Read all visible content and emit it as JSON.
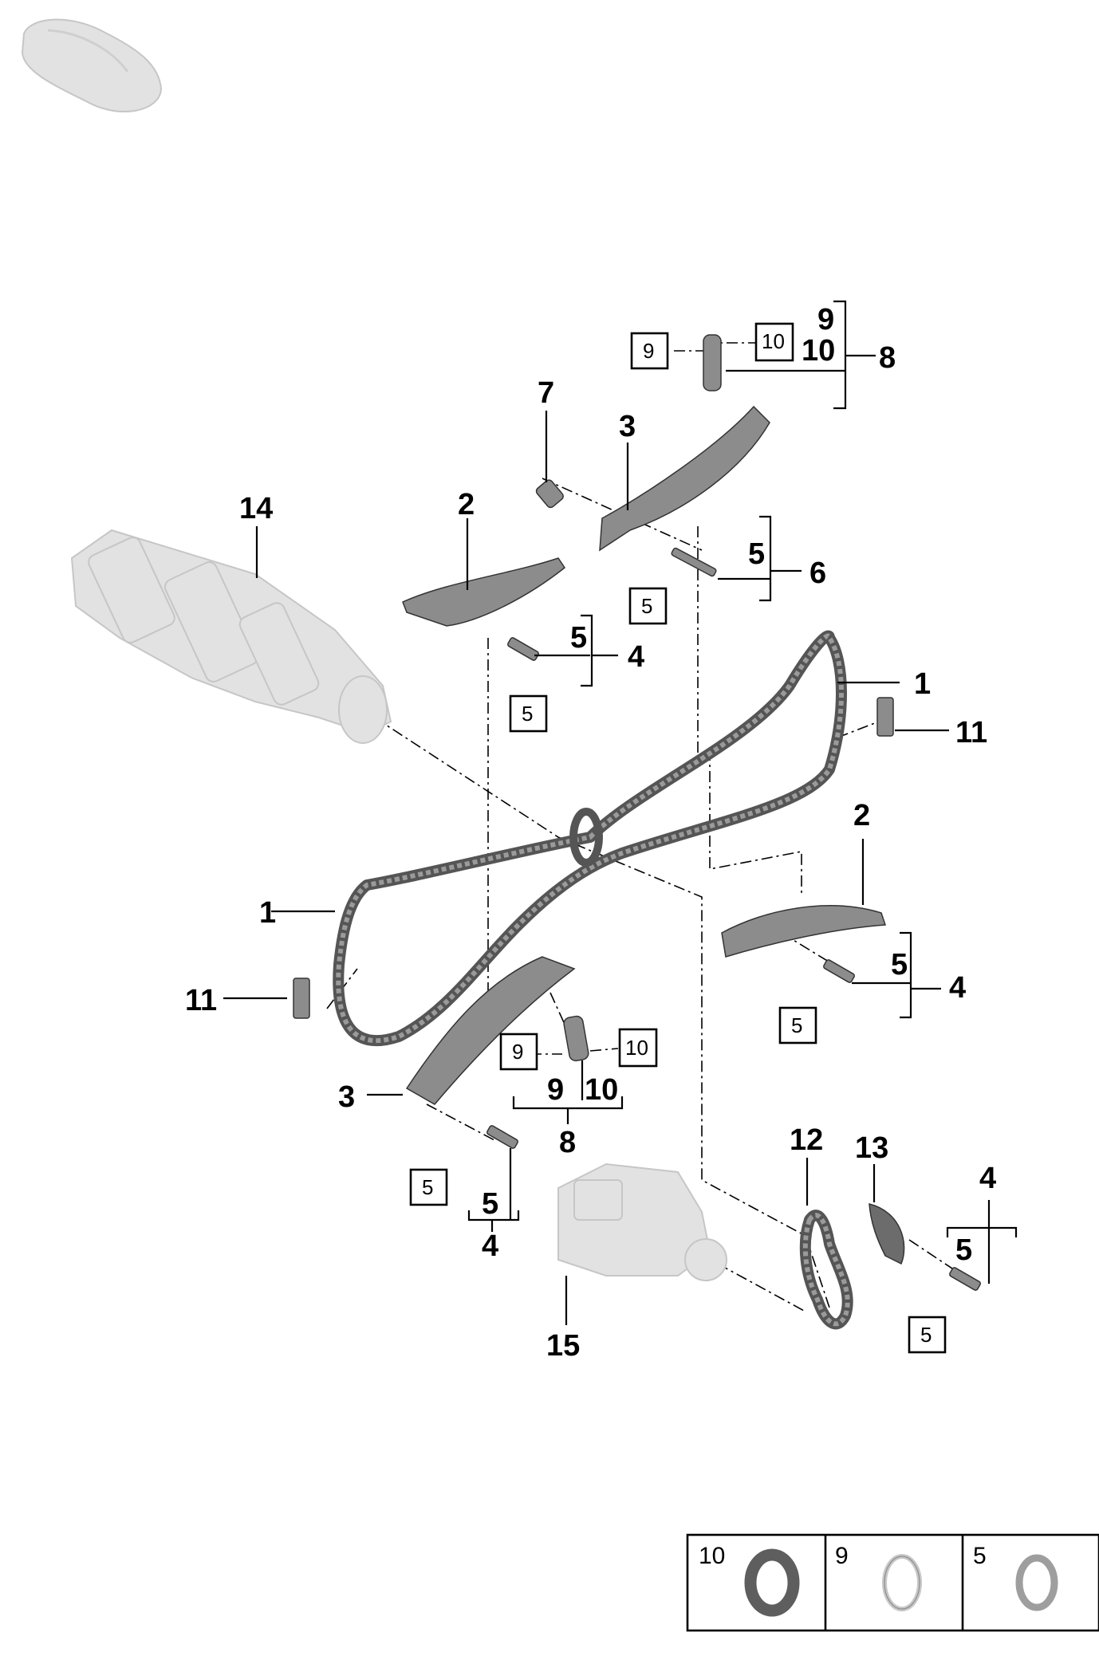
{
  "callouts": {
    "c1a": "1",
    "c1b": "1",
    "c2a": "2",
    "c2b": "2",
    "c3a": "3",
    "c3b": "3",
    "c4a": "4",
    "c4b": "4",
    "c4c": "4",
    "c4d": "4",
    "c5a": "5",
    "c5b": "5",
    "c5c": "5",
    "c5d": "5",
    "c5e": "5",
    "c6": "6",
    "c7": "7",
    "c8a": "8",
    "c8b": "8",
    "c9a": "9",
    "c9b": "9",
    "c10a": "10",
    "c10b": "10",
    "c11a": "11",
    "c11b": "11",
    "c12": "12",
    "c13": "13",
    "c14": "14",
    "c15": "15"
  },
  "boxed_refs": {
    "b9a": "9",
    "b10a": "10",
    "b9b": "9",
    "b10b": "10",
    "b5a": "5",
    "b5b": "5",
    "b5c": "5",
    "b5d": "5",
    "b5e": "5"
  },
  "legend": {
    "cells": [
      {
        "label": "10",
        "ring": "dark-flat-washer"
      },
      {
        "label": "9",
        "ring": "light-o-ring"
      },
      {
        "label": "5",
        "ring": "grey-o-ring"
      }
    ]
  },
  "colors": {
    "part": "#8c8c8c",
    "ghost_part": "#e2e2e2",
    "line": "#000000"
  }
}
